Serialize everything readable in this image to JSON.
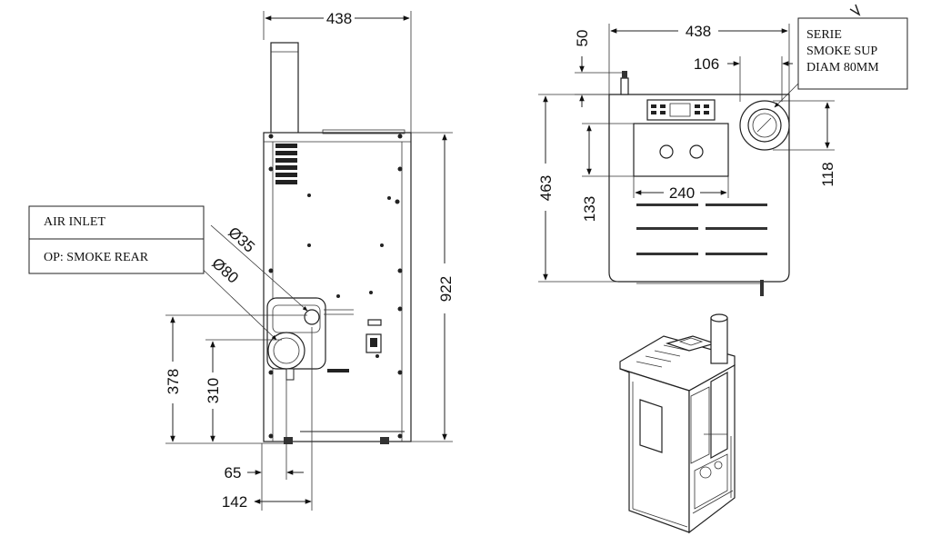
{
  "labels": {
    "air_inlet": "AIR INLET",
    "op_smoke_rear": "OP: SMOKE REAR",
    "serie_line1": "SERIE",
    "serie_line2": "SMOKE SUP",
    "serie_line3": "DIAM 80MM"
  },
  "dimensions": {
    "rear_width": "438",
    "rear_height": "922",
    "diam_35": "Ø35",
    "diam_80": "Ø80",
    "height_378": "378",
    "height_310": "310",
    "offset_65": "65",
    "offset_142": "142",
    "top_width": "438",
    "top_50": "50",
    "top_106": "106",
    "top_463": "463",
    "top_133": "133",
    "top_240": "240",
    "top_118": "118"
  }
}
